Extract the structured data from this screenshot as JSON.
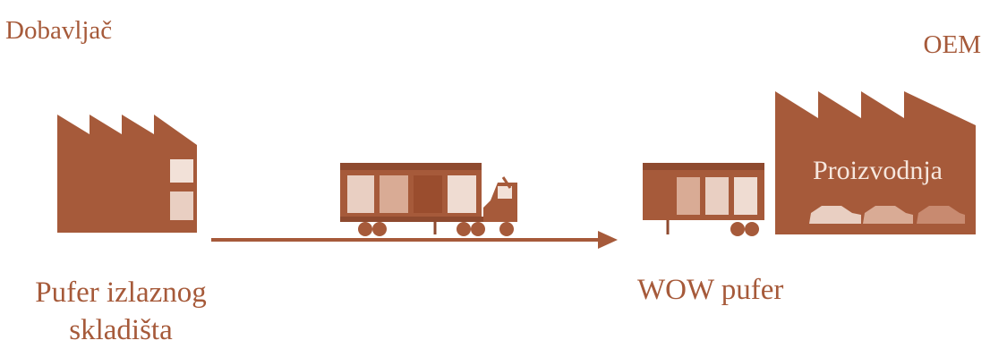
{
  "labels": {
    "supplier": "Dobavljač",
    "oem": "OEM",
    "buffer_out_line1": "Pufer izlaznog",
    "buffer_out_line2": "skladišta",
    "wow_buffer": "WOW pufer",
    "production": "Proizvodnja"
  },
  "colors": {
    "primary": "#a65a3a",
    "dark": "#8e4a2f",
    "light_fill": "#e9cfc2",
    "mid_fill": "#d9ab95",
    "background": "#ffffff"
  },
  "icons": [
    "supplier-factory-icon",
    "truck-icon",
    "flow-arrow-icon",
    "trailer-icon",
    "oem-factory-icon",
    "car-icon"
  ]
}
